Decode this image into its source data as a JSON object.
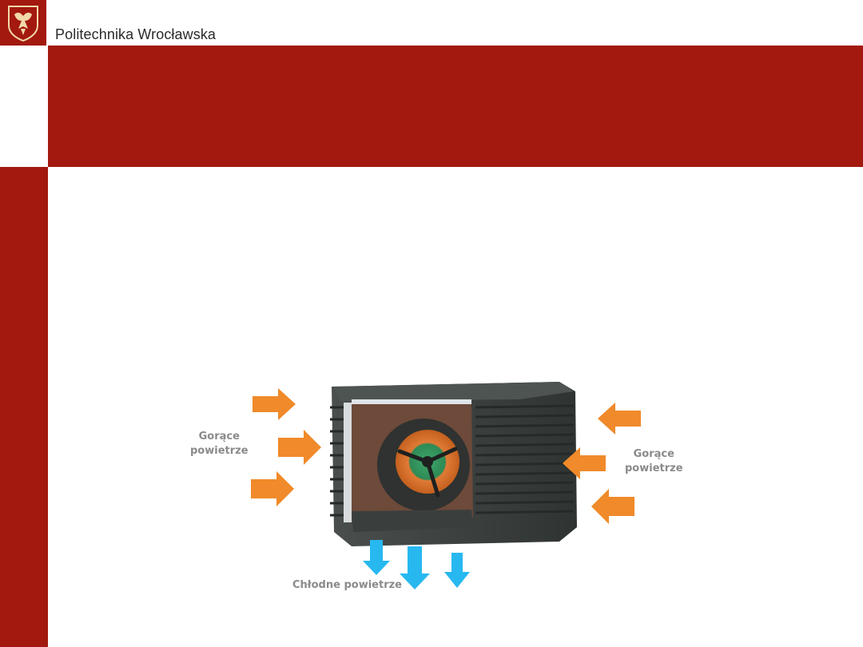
{
  "header": {
    "institution": "Politechnika Wrocławska"
  },
  "diagram": {
    "hot_air_left_line1": "Gorące",
    "hot_air_left_line2": "powietrze",
    "hot_air_right_line1": "Gorące",
    "hot_air_right_line2": "powietrze",
    "cool_air": "Chłodne powietrze"
  },
  "colors": {
    "brand_red": "#a3190f",
    "hot_arrow": "#f08a2a",
    "cool_arrow": "#28b8f0",
    "unit_body": "#3d4240"
  },
  "icons": {
    "logo": "university-crest-icon",
    "hot_arrow": "arrow-right-icon",
    "cool_arrow": "arrow-down-icon"
  }
}
